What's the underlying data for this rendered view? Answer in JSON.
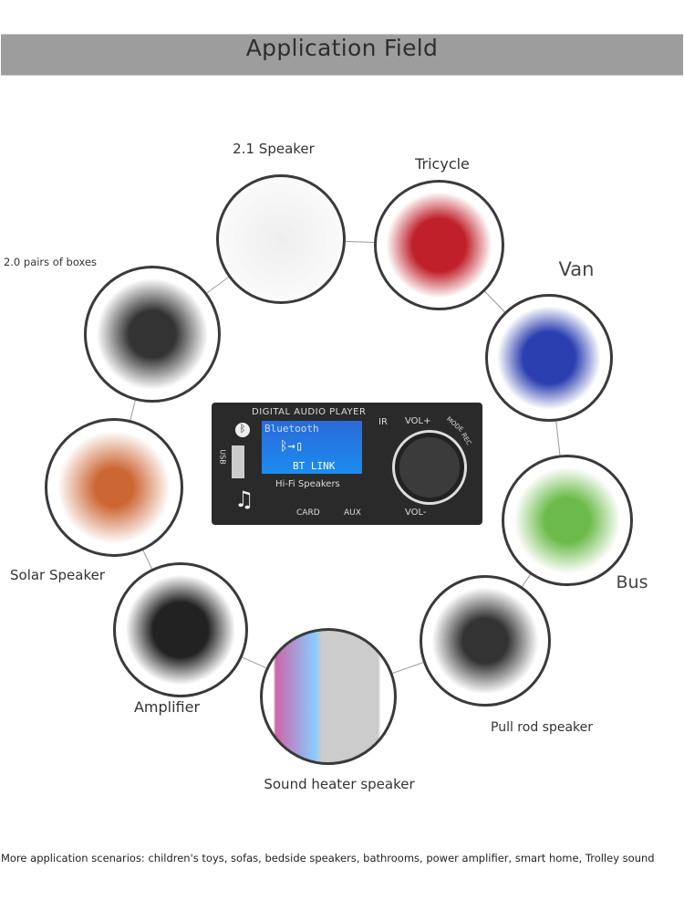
{
  "header": {
    "title": "Application Field"
  },
  "applications": [
    {
      "label": "2.1 Speaker"
    },
    {
      "label": "Tricycle"
    },
    {
      "label": "Van"
    },
    {
      "label": "Bus"
    },
    {
      "label": "Pull rod speaker"
    },
    {
      "label": "Sound heater speaker"
    },
    {
      "label": "Amplifier"
    },
    {
      "label": "Solar Speaker"
    },
    {
      "label": "2.0 pairs of boxes"
    }
  ],
  "board": {
    "title": "DIGITAL AUDIO PLAYER",
    "screen_top": "Bluetooth",
    "screen_bottom": "BT LINK",
    "subtitle": "Hi-Fi Speakers",
    "ir": "IR",
    "vol_up": "VOL+",
    "vol_down": "VOL-",
    "mode": "MODE",
    "rec": "REC",
    "card": "CARD",
    "aux": "AUX",
    "usb": "USB"
  },
  "footer": {
    "text": "More application scenarios: children's toys, sofas, bedside speakers, bathrooms, power amplifier, smart home, Trolley sound"
  }
}
